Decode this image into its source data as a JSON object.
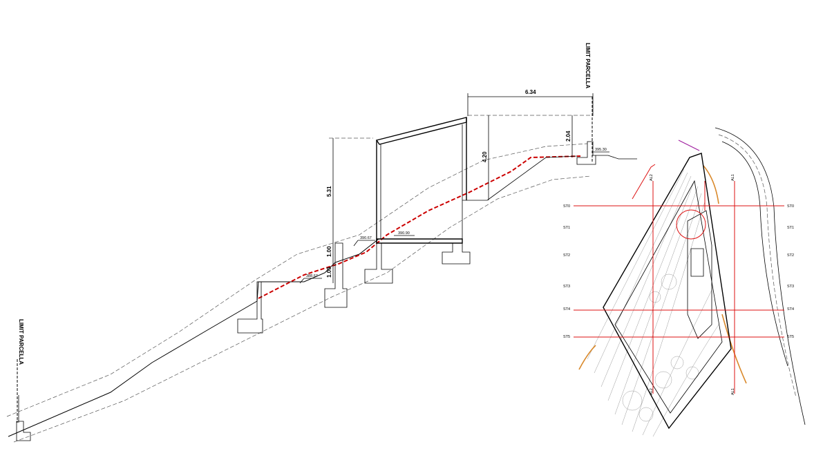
{
  "section": {
    "dimensions": {
      "width_top": "6.34",
      "height_main": "5.31",
      "height_right": "4.20",
      "height_top_right": "2.04",
      "step_upper": "1.00",
      "step_lower": "1.00"
    },
    "levels": {
      "level_top": "395.30",
      "level_floor": "390.90",
      "level_step_upper": "390.67",
      "level_step_lower": "388.67"
    },
    "limit_left": "LIMIT PARCELLA",
    "limit_right": "LIMIT PARCELLA"
  },
  "plan": {
    "section_lines": [
      "ST0",
      "ST1",
      "ST2",
      "ST3",
      "ST4",
      "ST5"
    ],
    "axes": [
      "AL1",
      "AL2"
    ]
  },
  "colors": {
    "section_cut": "#cc0000",
    "terrain_existing": "#cc0000",
    "road_edge": "#d9892b",
    "linework": "#000000"
  }
}
